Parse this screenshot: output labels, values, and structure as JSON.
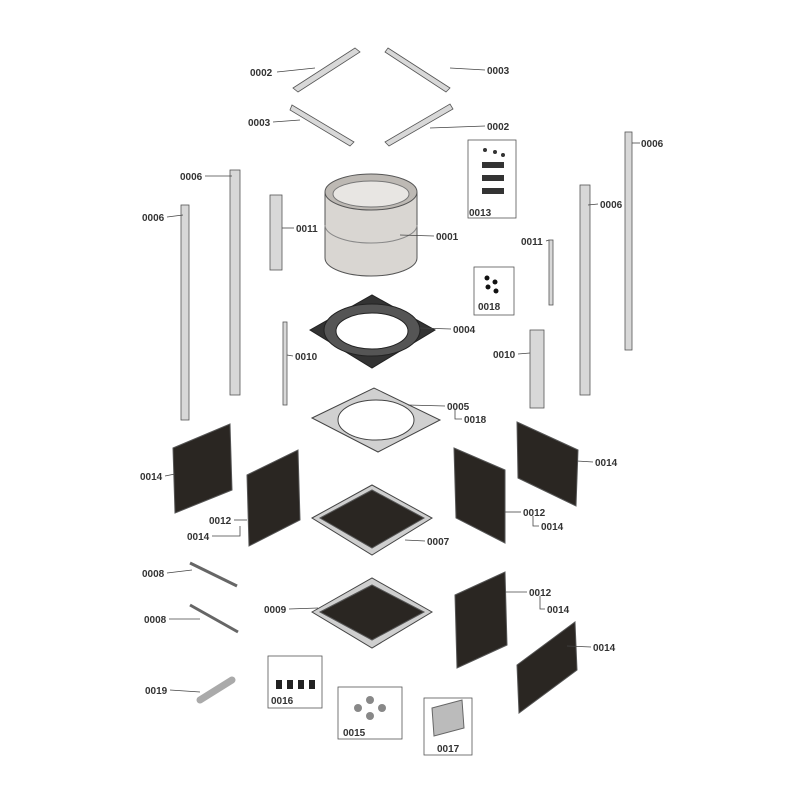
{
  "title": "Exploded parts diagram",
  "labels": [
    "0002",
    "0003",
    "0003",
    "0002",
    "0006",
    "0006",
    "0006",
    "0011",
    "0001",
    "0013",
    "0006",
    "0011",
    "0018",
    "0004",
    "0010",
    "0010",
    "0005",
    "0018",
    "0014",
    "0014",
    "0012",
    "0014",
    "0012",
    "0014",
    "0007",
    "0008",
    "0009",
    "0012",
    "0014",
    "0008",
    "0014",
    "0019",
    "0016",
    "0015",
    "0017"
  ]
}
